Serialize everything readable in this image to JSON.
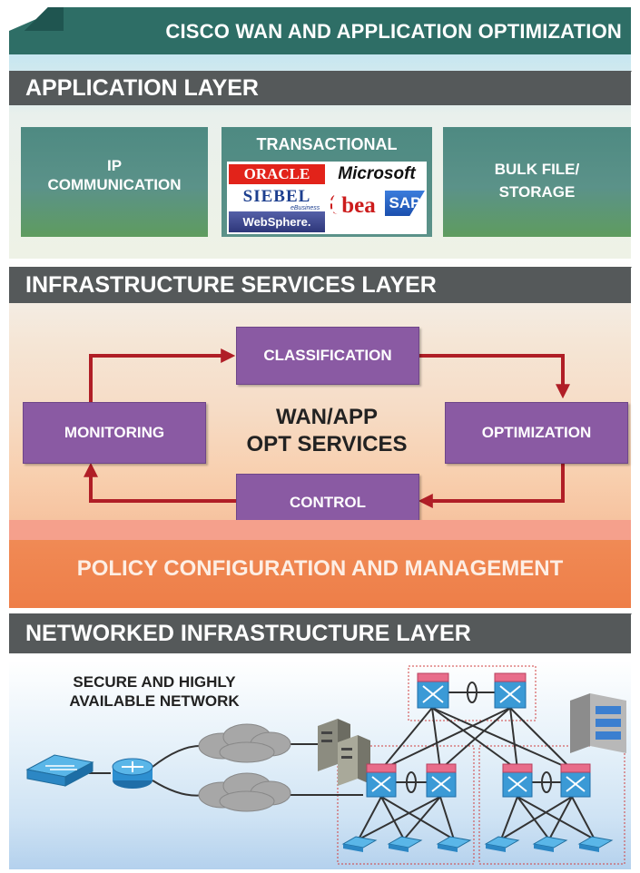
{
  "title": "CISCO WAN AND APPLICATION OPTIMIZATION",
  "application_layer": {
    "heading": "APPLICATION LAYER",
    "left_box_line1": "IP",
    "left_box_line2": "COMMUNICATION",
    "middle_title": "TRANSACTIONAL",
    "logos": {
      "oracle": "ORACLE",
      "microsoft": "Microsoft",
      "siebel": "SIEBEL",
      "siebel_sub": "eBusiness",
      "bea": "bea",
      "sap": "SAP",
      "websphere": "WebSphere."
    },
    "right_box_line1": "BULK FILE/",
    "right_box_line2": "STORAGE"
  },
  "infrastructure_services": {
    "heading": "INFRASTRUCTURE SERVICES LAYER",
    "center_line1": "WAN/APP",
    "center_line2": "OPT SERVICES",
    "classification": "CLASSIFICATION",
    "monitoring": "MONITORING",
    "optimization": "OPTIMIZATION",
    "control": "CONTROL"
  },
  "policy": "POLICY CONFIGURATION AND MANAGEMENT",
  "networked": {
    "heading": "NETWORKED INFRASTRUCTURE LAYER",
    "subtitle_line1": "SECURE AND HIGHLY",
    "subtitle_line2": "AVAILABLE NETWORK"
  },
  "colors": {
    "title_bar": "#2e6e66",
    "header_gray": "#55595a",
    "process_purple": "#8a5aa3",
    "arrow_red": "#b01e26",
    "policy_orange": "#f08a55",
    "network_blue": "#2d8fd0"
  },
  "icons": [
    "lan-switch-icon",
    "router-icon",
    "cloud-icon",
    "server-icon",
    "multilayer-switch-icon",
    "access-switch-icon",
    "server-rack-icon"
  ]
}
